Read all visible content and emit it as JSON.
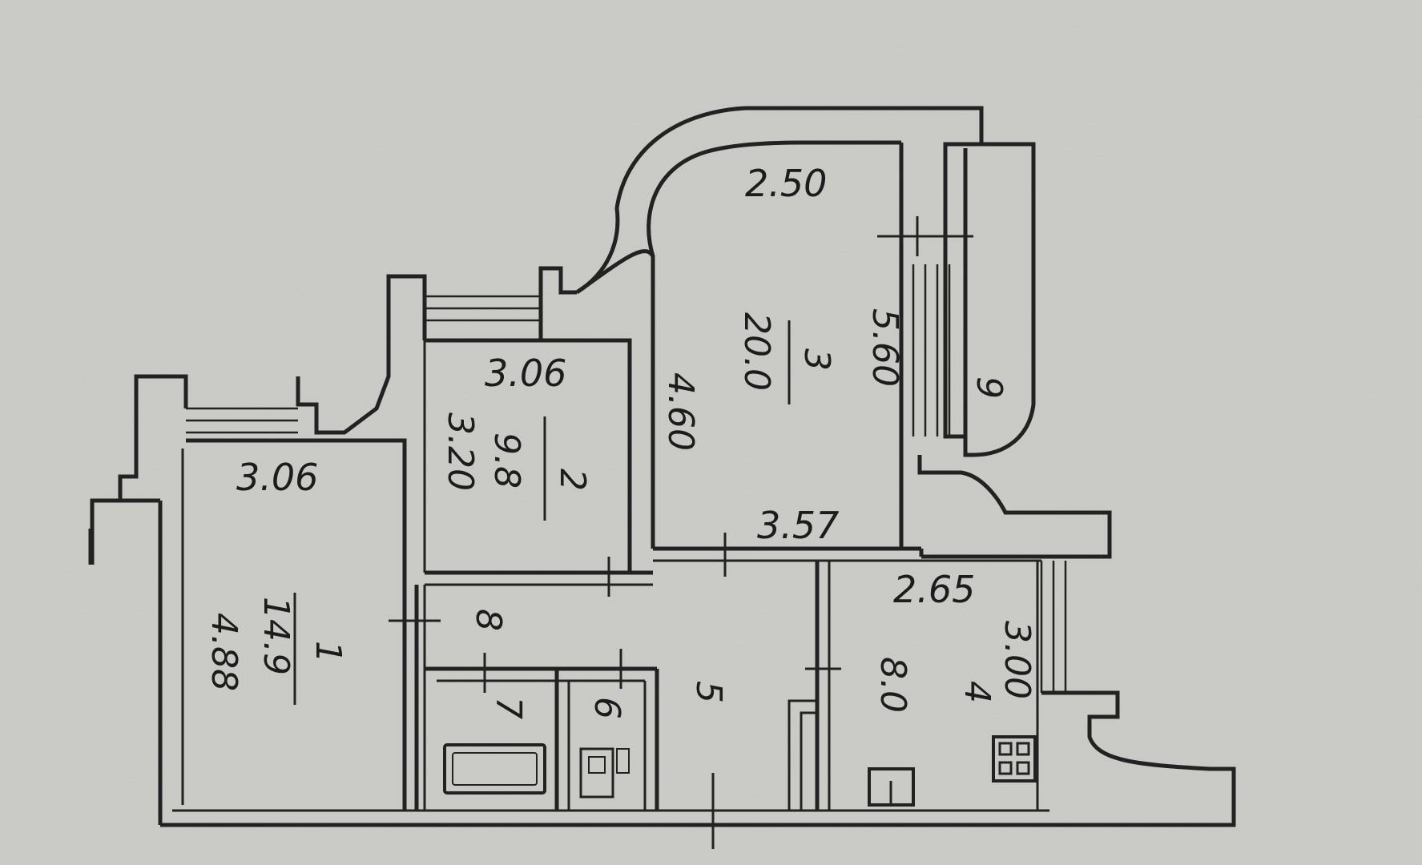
{
  "rooms": [
    {
      "number": "1",
      "area": "14.9",
      "width": "3.06",
      "length": "4.88"
    },
    {
      "number": "2",
      "area": "9.8",
      "width": "3.06",
      "length": "3.20"
    },
    {
      "number": "3",
      "area": "20.0",
      "width": "2.50",
      "length": "4.60",
      "width_bottom": "3.57",
      "length_right": "5.60"
    },
    {
      "number": "4",
      "area": "8.0",
      "width": "2.65",
      "length": "3.00"
    },
    {
      "number": "5"
    },
    {
      "number": "6"
    },
    {
      "number": "7"
    },
    {
      "number": "8"
    },
    {
      "number": "9"
    }
  ]
}
